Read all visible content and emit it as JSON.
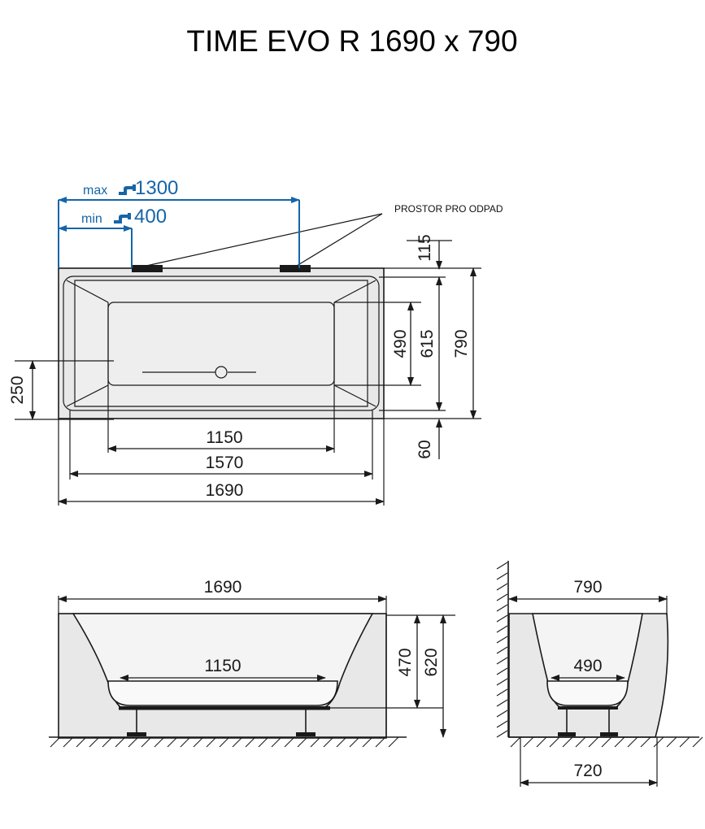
{
  "title": "TIME EVO R 1690 x 790",
  "colors": {
    "blue": "#1565a8",
    "line": "#1a1a1a",
    "fill_grey": "#e8e8e8",
    "fill_light": "#f1f1f1",
    "background": "#ffffff"
  },
  "top_view": {
    "name": "top-view",
    "annotations": {
      "drain_note": "PROSTOR PRO ODPAD",
      "max_prefix": "max",
      "max_value": "1300",
      "min_prefix": "min",
      "min_value": "400",
      "faucet_icon": "faucet-icon"
    },
    "dimensions": {
      "width_total": "1690",
      "width_inner_rim": "1570",
      "width_basin": "1150",
      "height_total": "790",
      "height_rim": "615",
      "height_basin": "490",
      "offset_top": "115",
      "offset_bottom": "60",
      "offset_left": "250"
    }
  },
  "front_view": {
    "name": "front-view",
    "dimensions": {
      "width_total": "1690",
      "width_basin": "1150",
      "height_basin": "470",
      "height_total": "620"
    }
  },
  "side_view": {
    "name": "side-view",
    "dimensions": {
      "width_total": "790",
      "width_basin": "490",
      "width_feet": "720"
    }
  }
}
